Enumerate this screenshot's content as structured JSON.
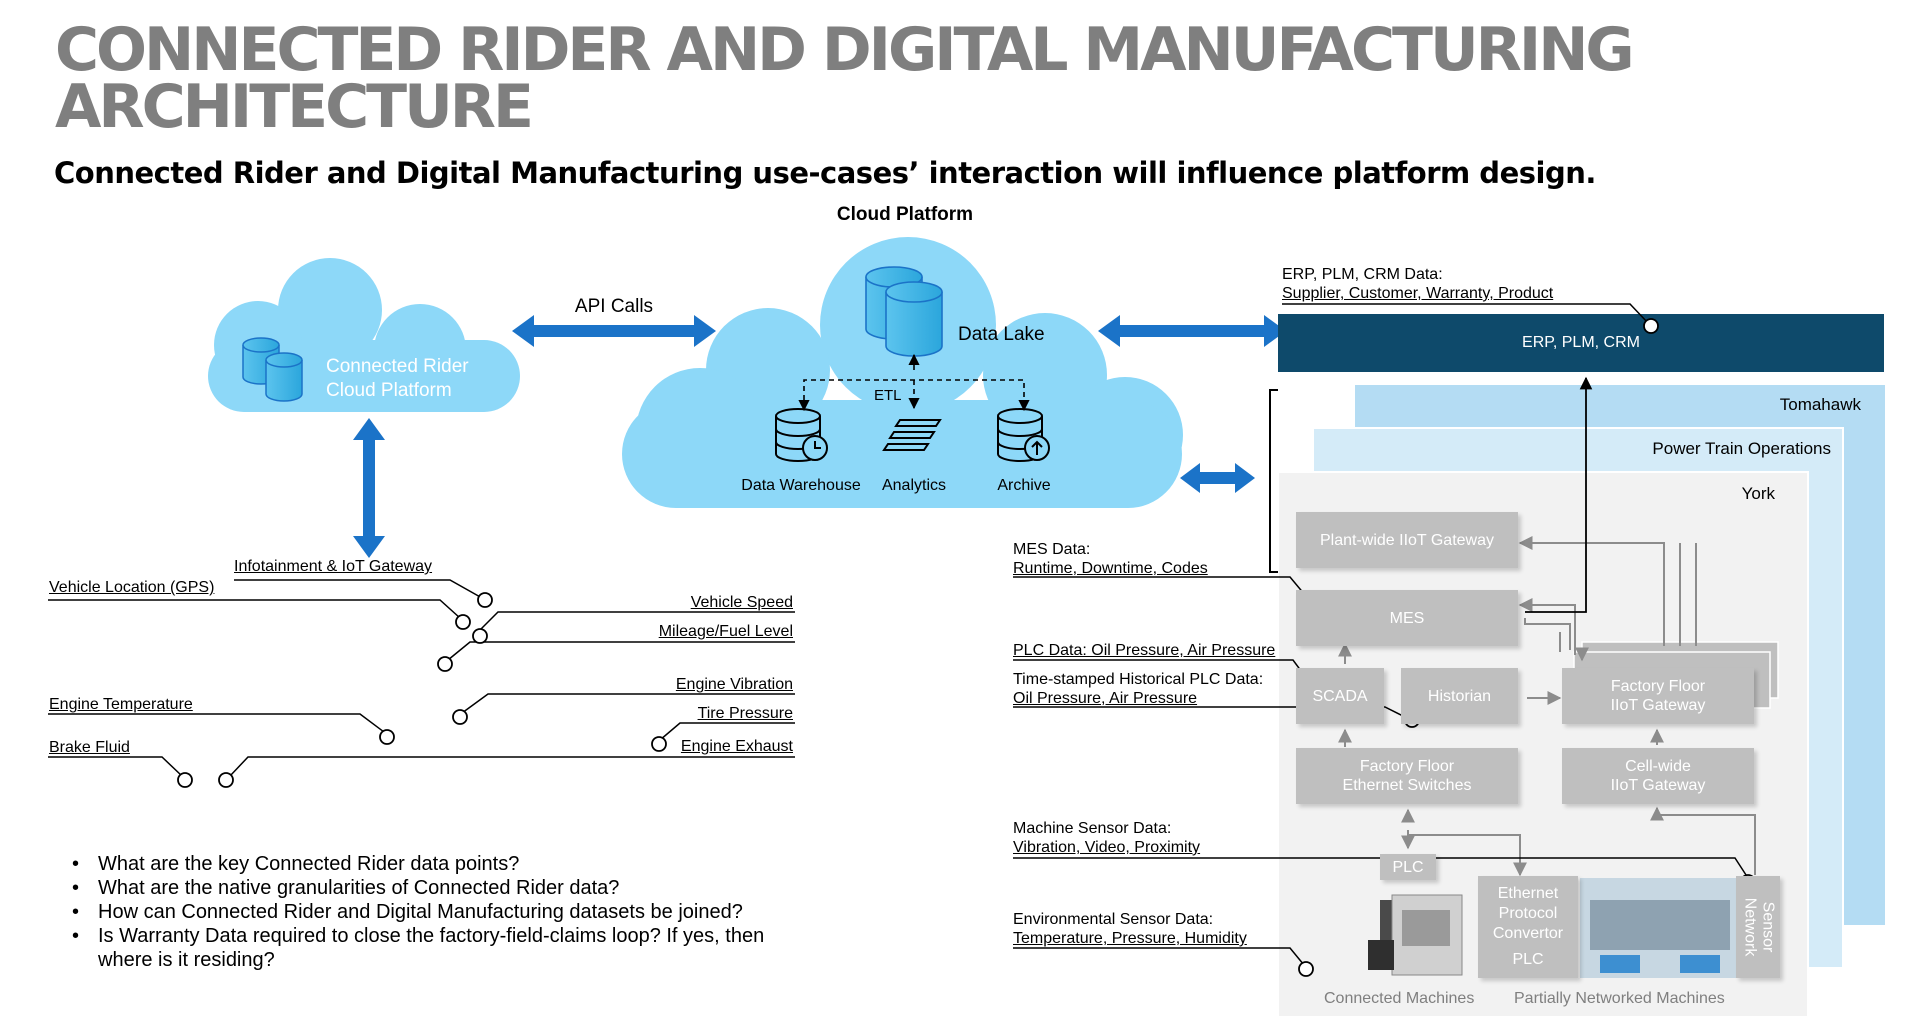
{
  "title": "CONNECTED RIDER AND DIGITAL MANUFACTURING ARCHITECTURE",
  "subtitle": "Connected Rider and Digital Manufacturing use-cases’ interaction will influence platform design.",
  "cloud_platform": {
    "heading": "Cloud Platform",
    "data_lake": "Data Lake",
    "etl": "ETL",
    "data_warehouse": "Data Warehouse",
    "analytics": "Analytics",
    "archive": "Archive"
  },
  "connected_rider_cloud": {
    "line1": "Connected Rider",
    "line2": "Cloud Platform"
  },
  "api_calls": "API Calls",
  "vehicle_points": {
    "infotainment": "Infotainment & IoT Gateway",
    "gps": "Vehicle Location (GPS)",
    "speed": "Vehicle Speed",
    "mileage": "Mileage/Fuel Level",
    "engine_vibration": "Engine Vibration",
    "engine_temperature": "Engine Temperature",
    "tire_pressure": "Tire Pressure",
    "brake_fluid": "Brake Fluid",
    "engine_exhaust": "Engine Exhaust"
  },
  "questions": [
    "What are the key Connected Rider data points?",
    "What are the native granularities of Connected Rider data?",
    "How can Connected Rider and Digital Manufacturing datasets be joined?",
    "Is Warranty Data required to close the factory-field-claims loop? If yes, then where is it residing?"
  ],
  "erp": {
    "label_line1": "ERP, PLM, CRM Data:",
    "label_line2": "Supplier, Customer, Warranty, Product",
    "box": "ERP, PLM, CRM"
  },
  "plants": {
    "tomahawk": "Tomahawk",
    "powertrain": "Power Train Operations",
    "york": "York"
  },
  "data_labels": {
    "mes_title": "MES Data:",
    "mes_detail": "Runtime, Downtime, Codes",
    "plc": "PLC Data: Oil Pressure, Air Pressure",
    "hist_title": "Time-stamped Historical PLC Data:",
    "hist_detail": "Oil Pressure, Air Pressure",
    "machine_title": "Machine Sensor Data:",
    "machine_detail": "Vibration, Video, Proximity",
    "env_title": "Environmental Sensor Data:",
    "env_detail": "Temperature, Pressure, Humidity"
  },
  "factory": {
    "plant_gateway": "Plant-wide IIoT Gateway",
    "mes": "MES",
    "scada": "SCADA",
    "historian": "Historian",
    "ff_gateway_1": "Factory Floor",
    "ff_gateway_2": "IIoT Gateway",
    "switches_1": "Factory Floor",
    "switches_2": "Ethernet Switches",
    "cell_1": "Cell-wide",
    "cell_2": "IIoT Gateway",
    "plc": "PLC",
    "ethernet": "Ethernet",
    "protocol": "Protocol",
    "convertor": "Convertor",
    "plc2": "PLC",
    "sensor_1": "Sensor",
    "sensor_2": "Network",
    "connected_machines": "Connected Machines",
    "partial_machines": "Partially Networked Machines"
  },
  "colors": {
    "cloud": "#8dd8f8",
    "arrow": "#1b73c8",
    "erp": "#0e4a6b",
    "grey_box": "#bfbfbf",
    "title": "#7f7f7f"
  }
}
